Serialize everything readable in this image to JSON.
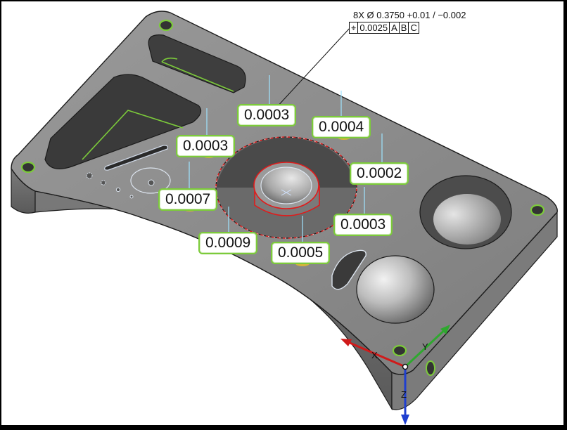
{
  "callout": {
    "spec": "8X  Ø  0.3750 +0.01 / −0.002",
    "symbol": "⌖",
    "tolerance": "0.0025",
    "datum_a": "A",
    "datum_b": "B",
    "datum_c": "C"
  },
  "deviations": [
    "0.0003",
    "0.0004",
    "0.0003",
    "0.0002",
    "0.0007",
    "0.0003",
    "0.0009",
    "0.0005"
  ],
  "axes": {
    "x": "X",
    "y": "Y",
    "z": "Z"
  },
  "colors": {
    "face_top": "#8a8a8a",
    "face_side": "#6f6f6f",
    "edge": "#1b1b1b",
    "tag_border": "#7ccb3a",
    "highlight_red": "#e01b1b",
    "x_axis": "#d01a1a",
    "y_axis": "#2fa82f",
    "z_axis": "#1f3fd0"
  }
}
